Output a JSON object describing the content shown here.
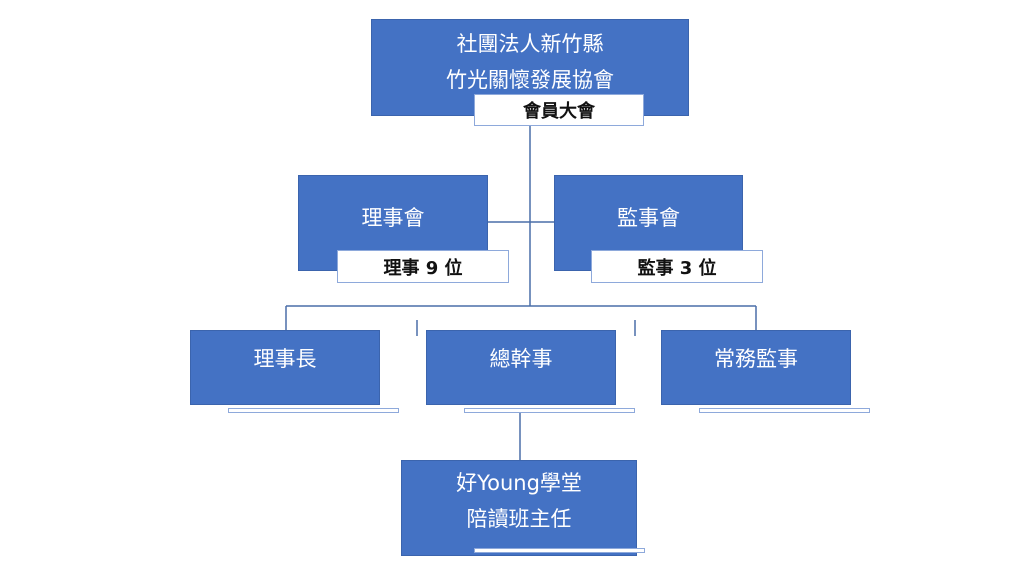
{
  "org": {
    "assembly": {
      "title_line1": "社團法人新竹縣",
      "title_line2": "竹光關懷發展協會",
      "sub": "會員大會"
    },
    "board": {
      "title": "理事會",
      "sub": "理事 9 位"
    },
    "supervisors": {
      "title": "監事會",
      "sub": "監事 3 位"
    },
    "chairman": {
      "title": "理事長"
    },
    "secretary": {
      "title": "總幹事"
    },
    "standing_supervisor": {
      "title": "常務監事"
    },
    "tutor": {
      "title_line1": "好Young學堂",
      "title_line2": "陪讀班主任"
    }
  },
  "colors": {
    "box_fill": "#4472c4",
    "connector": "#4a6ea8",
    "sub_border": "#8ea9db"
  }
}
